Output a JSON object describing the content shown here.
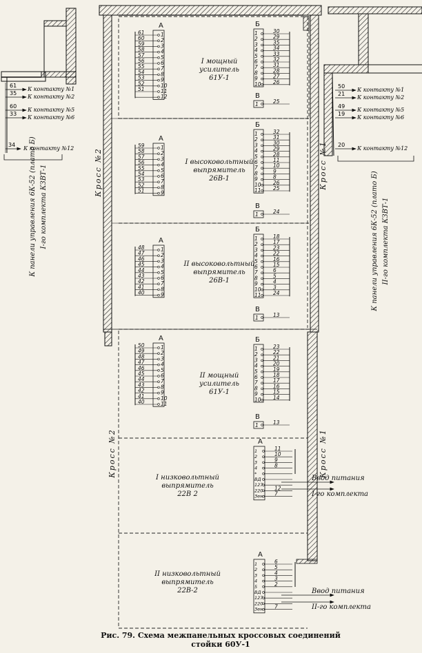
{
  "caption": {
    "line1": "Рис. 79. Схема межпанельных кроссовых соединений",
    "line2": "стойки 60У-1"
  },
  "left_panel": {
    "side_label_1": "К панели управления 6К-52 (плато Б)",
    "side_label_2": "I-го комплекта КЗВТ-1",
    "contacts": [
      {
        "num": "61",
        "label": "К контакту №1"
      },
      {
        "num": "35",
        "label": "К контакту №2"
      },
      {
        "num": "60",
        "label": "К контакту №5"
      },
      {
        "num": "33",
        "label": "К контакту №6"
      },
      {
        "num": "34",
        "label": "К контакту №12"
      }
    ]
  },
  "right_panel": {
    "side_label_1": "К панели управления 6К-52 (плато Б)",
    "side_label_2": "II-го комплекта КЗВТ-1",
    "contacts": [
      {
        "num": "50",
        "label": "К контакту №1"
      },
      {
        "num": "21",
        "label": "К контакту №2"
      },
      {
        "num": "49",
        "label": "К контакту №5"
      },
      {
        "num": "19",
        "label": "К контакту №6"
      },
      {
        "num": "20",
        "label": "К контакту №12"
      }
    ]
  },
  "cross_labels": {
    "left_upper": "Кросс №2",
    "right_upper": "Кросс №1",
    "left_lower": "Кросс №2",
    "right_lower": "Кросс №1"
  },
  "units": [
    {
      "title_lines": [
        "I мощный",
        "усилитель",
        "61У-1"
      ],
      "A": {
        "label": "А",
        "wires": [
          "61",
          "60",
          "59",
          "58",
          "57",
          "56",
          "55",
          "54",
          "53",
          "52",
          "51",
          ""
        ]
      },
      "B": {
        "label": "Б",
        "pins": [
          "1",
          "2",
          "3",
          "4",
          "5",
          "6",
          "7",
          "8",
          "9",
          "10"
        ],
        "wires": [
          "30",
          "29",
          "35",
          "34",
          "33",
          "32",
          "31",
          "28",
          "27",
          "26"
        ]
      },
      "V": {
        "label": "В",
        "pin": "1",
        "wire": "25"
      }
    },
    {
      "title_lines": [
        "I высоковольтный",
        "выпрямитель",
        "26В-1"
      ],
      "A": {
        "label": "А",
        "wires": [
          "59",
          "58",
          "57",
          "56",
          "55",
          "54",
          "53",
          "52",
          "51"
        ]
      },
      "B": {
        "label": "Б",
        "pins": [
          "1",
          "2",
          "3",
          "4",
          "5",
          "6",
          "7",
          "8",
          "9",
          "10",
          "11"
        ],
        "wires": [
          "32",
          "31",
          "30",
          "29",
          "28",
          "11",
          "10",
          "9",
          "8",
          "26",
          "25"
        ]
      },
      "V": {
        "label": "В",
        "pin": "1",
        "wire": "24"
      }
    },
    {
      "title_lines": [
        "II высоковольтный",
        "выпрямитель",
        "26В-1"
      ],
      "A": {
        "label": "А",
        "wires": [
          "48",
          "47",
          "46",
          "45",
          "44",
          "43",
          "42",
          "41",
          "40"
        ]
      },
      "B": {
        "label": "Б",
        "pins": [
          "1",
          "2",
          "3",
          "4",
          "5",
          "6",
          "7",
          "8",
          "9",
          "10",
          "11"
        ],
        "wires": [
          "18",
          "17",
          "23",
          "22",
          "16",
          "15",
          "6",
          "5",
          "4",
          "3",
          "24"
        ]
      },
      "V": {
        "label": "В",
        "pin": "1",
        "wire": "13"
      }
    },
    {
      "title_lines": [
        "II мощный",
        "усилитель",
        "61У-1"
      ],
      "A": {
        "label": "А",
        "wires": [
          "50",
          "49",
          "48",
          "47",
          "46",
          "45",
          "44",
          "43",
          "42",
          "41",
          "40"
        ]
      },
      "B": {
        "label": "Б",
        "pins": [
          "1",
          "2",
          "3",
          "4",
          "5",
          "6",
          "7",
          "8",
          "9",
          "10"
        ],
        "wires": [
          "23",
          "22",
          "21",
          "20",
          "19",
          "18",
          "17",
          "16",
          "15",
          "14"
        ]
      },
      "V": {
        "label": "В",
        "pin": "1",
        "wire": "13"
      }
    },
    {
      "title_lines": [
        "I низковольтный",
        "выпрямитель",
        "22В 2"
      ],
      "A": {
        "label": "А",
        "pins": [
          "1",
          "2",
          "3",
          "4",
          "*",
          "ВД",
          "127",
          "220",
          "Зем"
        ],
        "wires": [
          "11",
          "10",
          "9",
          "8",
          "",
          "",
          "",
          "12",
          "7"
        ]
      },
      "power": [
        "Ввод питания",
        "I-го комплекта"
      ]
    },
    {
      "title_lines": [
        "II низковольтный",
        "выпрямитель",
        "22В-2"
      ],
      "A": {
        "label": "А",
        "pins": [
          "1",
          "2",
          "3",
          "4",
          "5",
          "ВД",
          "127",
          "220",
          "Зем"
        ],
        "wires": [
          "6",
          "5",
          "4",
          "3",
          "2",
          "",
          "",
          "",
          "7"
        ]
      },
      "power": [
        "Ввод питания",
        "II-го комплекта"
      ]
    }
  ]
}
